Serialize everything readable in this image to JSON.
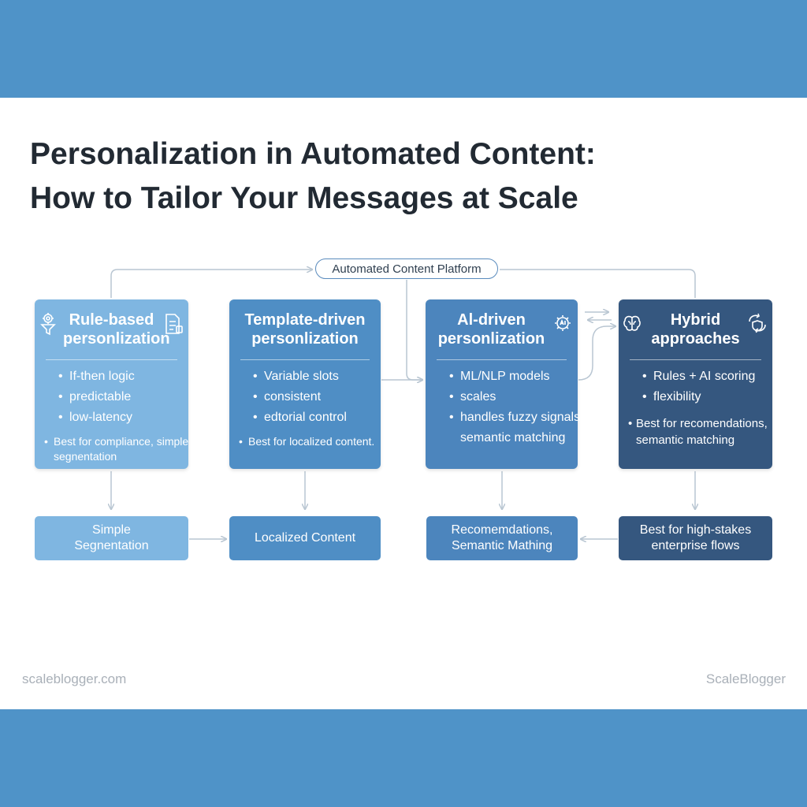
{
  "title": {
    "line1": "Personalization in Automated Content:",
    "line2": "How to Tailor Your Messages at Scale"
  },
  "platform": {
    "label": "Automated Content Platform"
  },
  "cards": [
    {
      "title_lines": [
        "Rule-based",
        "personlization"
      ],
      "bullets": [
        "If-then logic",
        "predictable",
        "low-latency"
      ],
      "note_lines": [
        "Best for compliance, simple",
        "segnentation"
      ],
      "icons": [
        "gear-filter-icon",
        "document-list-icon"
      ]
    },
    {
      "title_lines": [
        "Template-driven",
        "personlization"
      ],
      "bullets": [
        "Variable slots",
        "consistent",
        "edtorial control"
      ],
      "note_lines": [
        "Best for localized content."
      ]
    },
    {
      "title_lines": [
        "Al-driven",
        "personlization"
      ],
      "bullets": [
        "ML/NLP models",
        "scales",
        "handles fuzzy signals"
      ],
      "extra_line": "semantic matching",
      "icons": [
        "ai-gear-icon"
      ]
    },
    {
      "title_lines": [
        "Hybrid",
        "approaches"
      ],
      "bullets": [
        "Rules + AI scoring",
        "flexibility"
      ],
      "note_lines": [
        "Best for recomendations,",
        "semantic matching"
      ],
      "icons": [
        "brain-icon",
        "shield-sync-icon"
      ]
    }
  ],
  "results": [
    {
      "lines": [
        "Simple",
        "Segnentation"
      ]
    },
    {
      "lines": [
        "Localized Content"
      ]
    },
    {
      "lines": [
        "Recomemdations,",
        "Semantic Mathing"
      ]
    },
    {
      "lines": [
        "Best for high-stakes",
        "enterprise flows"
      ]
    }
  ],
  "footer": {
    "left": "scaleblogger.com",
    "right": "ScaleBlogger"
  },
  "colors": {
    "band": "#4f93c8",
    "card_1": "#7fb6e1",
    "card_2": "#4f8ec5",
    "card_3": "#4c85bd",
    "card_4": "#35577f",
    "connector": "#b9c6d2"
  }
}
